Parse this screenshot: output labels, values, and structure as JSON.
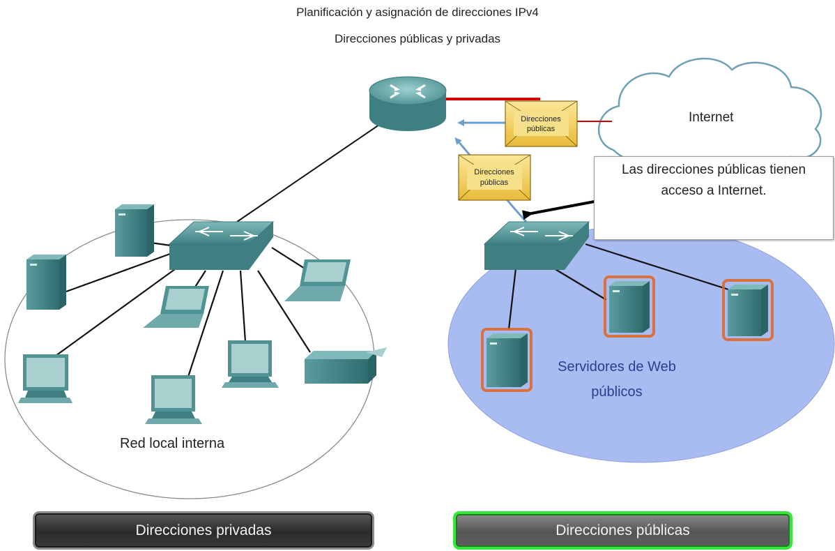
{
  "header": {
    "title": "Planificación y asignación de direcciones IPv4",
    "subtitle": "Direcciones públicas y privadas"
  },
  "diagram": {
    "internet_label": "Internet",
    "envelope_label_line1": "Direcciones",
    "envelope_label_line2": "públicas",
    "callout_line1": "Las direcciones públicas tienen",
    "callout_line2": "acceso a Internet.",
    "lan_label": "Red local interna",
    "servers_label_line1": "Servidores de Web",
    "servers_label_line2": "públicos"
  },
  "tabs": {
    "private": "Direcciones privadas",
    "public": "Direcciones públicas"
  },
  "colors": {
    "device_teal": "#4f9395",
    "device_dark": "#2f6e70",
    "server_zone": "#a9bcf2",
    "public_link": "#d40000",
    "flow_arrow": "#6f9fd0",
    "highlight_outline": "#e0641e",
    "envelope": "#f2d060",
    "active_tab_border": "#36e63a"
  }
}
